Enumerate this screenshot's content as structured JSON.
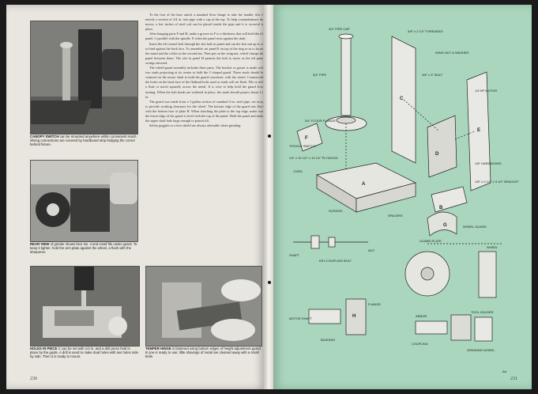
{
  "left_page": {
    "page_number": "230",
    "captions": {
      "canopy": {
        "title": "CANOPY SWITCH",
        "text": "can be mounted anywhere within convenient reach. Wiring connections are covered by hardboard strip bridging the corner behind fixture."
      },
      "rear": {
        "title": "REAR VIEW",
        "text": "of grinder shows face No. 4 and small file under guard. To keep it tighter, hold the arm plate against the wheel, a flush with the sharpener."
      },
      "drill": {
        "title": "HOLES IN PIECE",
        "text": "C can be set with 1/4 in. and a drill press held in place by the guide. A drill is used to make dual holes with two holes side by side. Then it is ready to mount."
      },
      "temper": {
        "title": "TEMPER HINGE",
        "text": "is fastened using bottom edges of height-adjustment guard B one is ready to use; little shavings of metal are cleaned away with a small knife."
      }
    },
    "paragraphs": [
      "To the foot of the base attach a standard floor flange to take the handle; this is merely a section of 3/4 in. iron pipe with a cap at the top. To help counterbalance the motor, a few inches of steel rod can be placed inside the pipe and it is screwed in place.",
      "After hanging parts F and H, make a groove in F to a thickness that will hold the tilt panel. C parallel with the spindle. E when the panel rests against the shaft.",
      "Insert the tilt-control bolt through the slot hole in panel and run the first nut up so as to bind against the back face. To assemble, set panel E on top of the ring so as to locate the stand and the collar on the second nut. Then put on the wing nut, which clamps the panel between them. The slot in panel H permits the bolt to move as the tilt panel swings outward.",
      "The wheel-guard assembly includes three parts. The bracket or gusset is made with two studs projecting at its center to hold the C-shaped guard. These studs should be centered on the motor shaft to hold the guard concentric with the wheel. Countersink the holes on the back face of the flathead bolts used so studs will set flush. File or mill a flute or notch squarely across the metal. It is wise to help hold the guard from turning. When the bolt heads are soldered in place, the studs should project about 1/2 in.",
      "The guard was made from a 1-gallon section of standard 3-in. steel pipe, cut away to provide working clearance for the wheel. The bottom edge of the guard sets flush with the bottom face of plate B. When attaching the plate to the top edge, make sure the lower edge of the guard is level with the top of the panel. Hold the panel and make the upper shaft hole large enough to permit tilt.",
      "Safety goggles or a face shield are always advisable when grinding."
    ]
  },
  "right_page": {
    "page_number": "231",
    "labels": {
      "cap": "3/4\" PIPE CAP",
      "threaded": "3/8\" x 2 1/2\" THREADED",
      "wing": "WING NUT & WASHER",
      "pipe": "3/4\" PIPE",
      "bolt": "3/8\" x 3\" BOLT",
      "floor": "3/4\" FLOOR FLANGE",
      "motor": "1/4 HP MOTOR",
      "plate": "1/4\" x 10 1/2\" x 10 1/2\" PLYWOOD",
      "screws": "SCREWS",
      "hardboard": "1/8\" HARDBOARD",
      "toggle": "TOGGLE SWITCH",
      "cord": "CORD",
      "bracket": "1/8\" x 2 1/2\" x 3 1/2\" BRACKET",
      "spacer": "SPACERS",
      "wheel_guard": "WHEEL GUARD",
      "guard_plate": "GUARD PLATE",
      "shaft": "SHAFT",
      "wheel": "WHEEL",
      "flange": "FLANGE",
      "arbor": "ARBOR",
      "bushing": "BUSHING",
      "nut": "NUT",
      "motor_shaft": "MOTOR SHAFT",
      "keyway": "KEY-COUPLING BOLT",
      "coupling": "COUPLING",
      "sharpening": "GRINDING WHEEL",
      "tool_holder": "TOOL HOLDER",
      "letter_a": "A",
      "letter_b": "B",
      "letter_c": "C",
      "letter_d": "D",
      "letter_e": "E",
      "letter_f": "F",
      "letter_g": "G",
      "letter_h": "H",
      "signature": "Art"
    }
  },
  "colors": {
    "paper": "#e9e6df",
    "drawing_bg": "#a9d6bd",
    "ink": "#222222"
  }
}
